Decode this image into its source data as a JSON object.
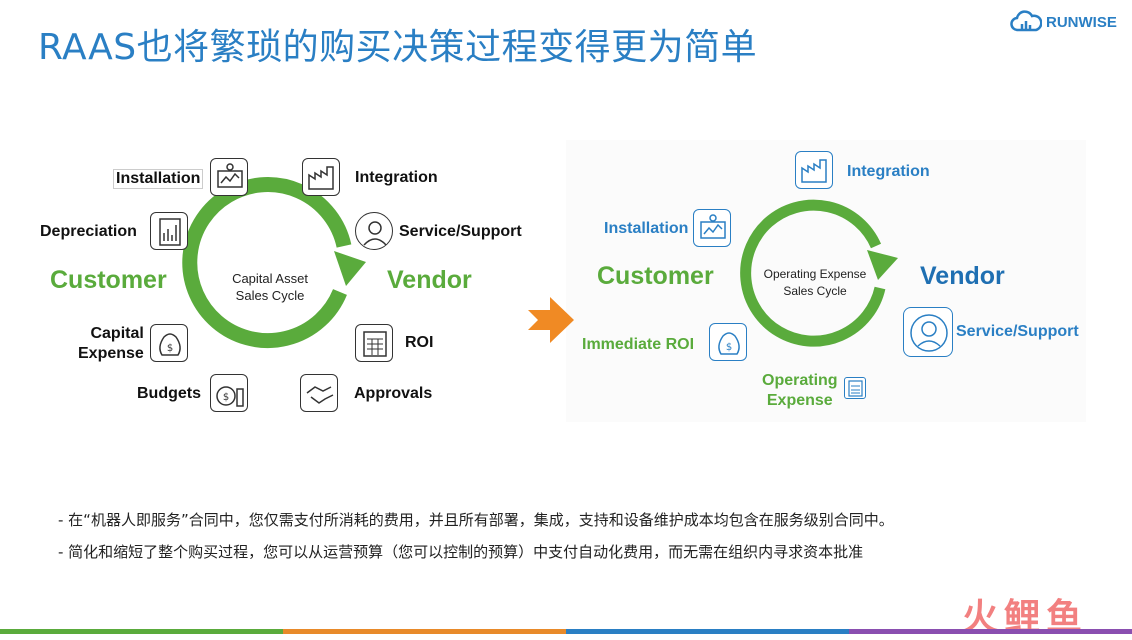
{
  "title": "RAAS也将繁琐的购买决策过程变得更为简单",
  "logo": {
    "text": "RUNWISE",
    "icon": "cloud-logo-icon"
  },
  "left_diagram": {
    "center_label_line1": "Capital Asset",
    "center_label_line2": "Sales Cycle",
    "customer": "Customer",
    "vendor": "Vendor",
    "items": {
      "installation": "Installation",
      "integration": "Integration",
      "depreciation": "Depreciation",
      "service_support": "Service/Support",
      "capital_expense_line1": "Capital",
      "capital_expense_line2": "Expense",
      "roi": "ROI",
      "budgets": "Budgets",
      "approvals": "Approvals"
    }
  },
  "right_diagram": {
    "center_label_line1": "Operating Expense",
    "center_label_line2": "Sales Cycle",
    "customer": "Customer",
    "vendor": "Vendor",
    "items": {
      "integration": "Integration",
      "installation": "Installation",
      "service_support": "Service/Support",
      "immediate_roi": "Immediate ROI",
      "operating_expense_line1": "Operating",
      "operating_expense_line2": "Expense"
    }
  },
  "bullets": [
    "- 在“机器人即服务”合同中，您仅需支付所消耗的费用，并且所有部署，集成，支持和设备维护成本均包含在服务级别合同中。",
    "- 简化和缩短了整个购买过程，您可以从运营预算（您可以控制的预算）中支付自动化费用，而无需在组织内寻求资本批准"
  ],
  "watermark": "火鲤鱼",
  "colors": {
    "accent_blue": "#2a7fc4",
    "accent_green": "#5aab3c",
    "arrow_orange": "#f08a24"
  }
}
